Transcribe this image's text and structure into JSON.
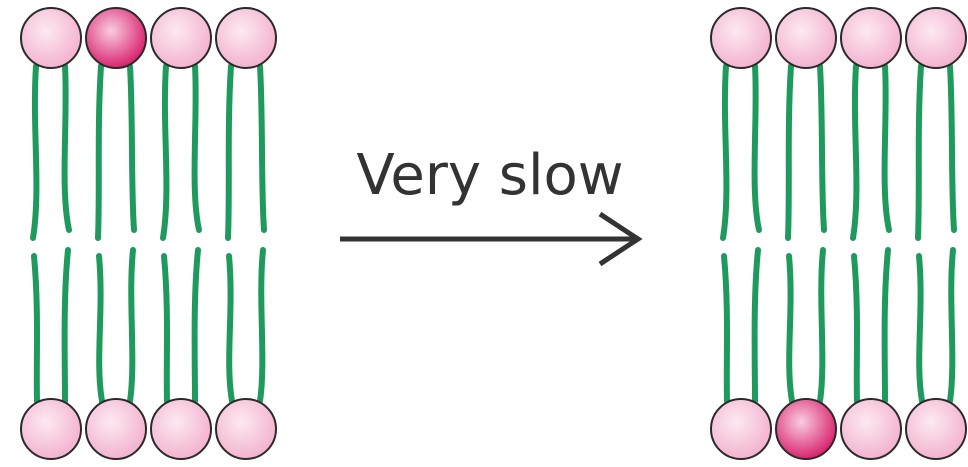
{
  "label": "Very slow",
  "colors": {
    "head_light_center": "#fde9f2",
    "head_light_edge": "#f3b3cf",
    "head_dark_center": "#f9cce0",
    "head_dark_edge": "#d9246e",
    "head_outline": "#2a2a2a",
    "tail": "#1e9a5c",
    "arrow": "#333333"
  },
  "bilayers": [
    {
      "name": "before",
      "top_heads": [
        "light",
        "dark",
        "light",
        "light"
      ],
      "bottom_heads": [
        "light",
        "light",
        "light",
        "light"
      ]
    },
    {
      "name": "after",
      "top_heads": [
        "light",
        "light",
        "light",
        "light"
      ],
      "bottom_heads": [
        "light",
        "dark",
        "light",
        "light"
      ]
    }
  ]
}
